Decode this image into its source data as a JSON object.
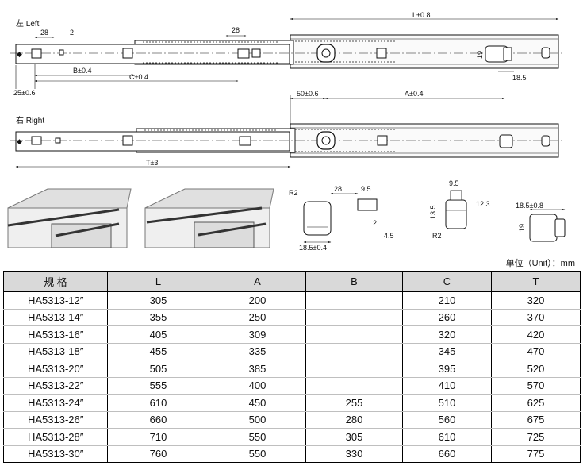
{
  "drawing": {
    "left_view": {
      "title": "左 Left",
      "dims": {
        "top_28": "28",
        "top_2": "2",
        "mid_28": "28",
        "L": "L±0.8",
        "B": "B±0.4",
        "C": "C±0.4",
        "offset_25": "25±0.6",
        "h19": "19",
        "w18_5": "18.5"
      }
    },
    "right_view": {
      "title": "右 Right",
      "dims": {
        "d50": "50±0.6",
        "A": "A±0.4",
        "T": "T±3"
      }
    },
    "detail_tab": {
      "R2": "R2",
      "d28": "28",
      "d9_5": "9.5",
      "d2": "2",
      "d4_5": "4.5",
      "w18_5": "18.5±0.4"
    },
    "detail_block": {
      "d9_5": "9.5",
      "d12_3": "12.3",
      "d13_5": "13.5",
      "R2": "R2"
    },
    "detail_cap": {
      "w18_5": "18.5±0.8",
      "h19": "19"
    }
  },
  "unit_note": "单位（Unit）：mm",
  "table": {
    "headers": [
      "规 格",
      "L",
      "A",
      "B",
      "C",
      "T"
    ],
    "rows": [
      [
        "HA5313-12″",
        "305",
        "200",
        "",
        "210",
        "320"
      ],
      [
        "HA5313-14″",
        "355",
        "250",
        "",
        "260",
        "370"
      ],
      [
        "HA5313-16″",
        "405",
        "309",
        "",
        "320",
        "420"
      ],
      [
        "HA5313-18″",
        "455",
        "335",
        "",
        "345",
        "470"
      ],
      [
        "HA5313-20″",
        "505",
        "385",
        "",
        "395",
        "520"
      ],
      [
        "HA5313-22″",
        "555",
        "400",
        "",
        "410",
        "570"
      ],
      [
        "HA5313-24″",
        "610",
        "450",
        "255",
        "510",
        "625"
      ],
      [
        "HA5313-26″",
        "660",
        "500",
        "280",
        "560",
        "675"
      ],
      [
        "HA5313-28″",
        "710",
        "550",
        "305",
        "610",
        "725"
      ],
      [
        "HA5313-30″",
        "760",
        "550",
        "330",
        "660",
        "775"
      ]
    ]
  }
}
